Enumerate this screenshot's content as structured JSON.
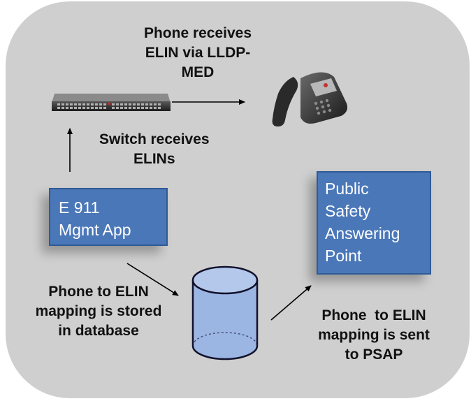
{
  "phone_label": [
    "Phone receives",
    "ELIN via LLDP-",
    "MED"
  ],
  "switch_label": [
    "Switch receives",
    "ELINs"
  ],
  "mgmt_box": [
    "E 911",
    "Mgmt App"
  ],
  "psap_box": [
    "Public",
    "Safety",
    "Answering",
    "Point"
  ],
  "db_label": [
    "Phone to ELIN",
    "mapping is stored",
    "in database"
  ],
  "psap_label": [
    "Phone  to ELIN",
    "mapping is sent",
    "to PSAP"
  ],
  "colors": {
    "panel": "#cfcfcf",
    "box": "#4a77b8",
    "database": "#9cb6e4"
  },
  "icons": [
    "network-switch-icon",
    "ip-phone-icon",
    "database-cylinder-icon"
  ]
}
